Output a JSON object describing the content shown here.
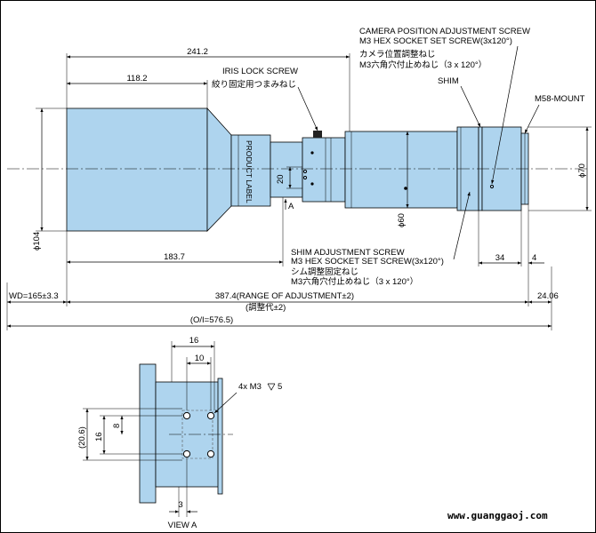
{
  "colors": {
    "lens_body": "#aed4ee",
    "line": "#000000",
    "background": "#ffffff"
  },
  "dimensions": {
    "overall_length": "241.2",
    "front_barrel": "118.2",
    "to_shim_screw": "183.7",
    "collar_height": "20",
    "shim_to_mount": "34",
    "mount_length": "4",
    "front_diameter": "ϕ104",
    "mid_diameter": "ϕ60",
    "mount_diameter": "ϕ70",
    "view_width_16": "16",
    "view_width_10": "10",
    "view_height_20_6": "(20.6)",
    "view_height_16": "16",
    "view_height_8": "8",
    "view_offset_3": "3"
  },
  "labels": {
    "iris_lock_en": "IRIS LOCK SCREW",
    "iris_lock_jp": "絞り固定用つまみねじ",
    "product_label": "PRODUCT LABEL",
    "view_marker": "A",
    "camera_pos_en1": "CAMERA POSITION ADJUSTMENT SCREW",
    "camera_pos_en2": "M3 HEX SOCKET SET SCREW(3x120°)",
    "camera_pos_jp1": "カメラ位置調整ねじ",
    "camera_pos_jp2": "M3六角穴付止めねじ（3 x 120°）",
    "shim": "SHIM",
    "mount": "M58-MOUNT",
    "shim_adj_en1": "SHIM ADJUSTMENT SCREW",
    "shim_adj_en2": "M3 HEX SOCKET SET SCREW(3x120°)",
    "shim_adj_jp1": "シム調整固定ねじ",
    "shim_adj_jp2": "M3六角穴付止めねじ（3 x 120°）",
    "wd": "WD=165±3.3",
    "range_adj": "387.4(RANGE OF ADJUSTMENT±2)",
    "range_adj_jp": "(調整代±2)",
    "back_length": "24.06",
    "oi": "(O/I=576.5)",
    "holes": "4x M3",
    "hole_depth": "5",
    "view_a": "VIEW A",
    "url": "www.guanggaoj.com"
  }
}
